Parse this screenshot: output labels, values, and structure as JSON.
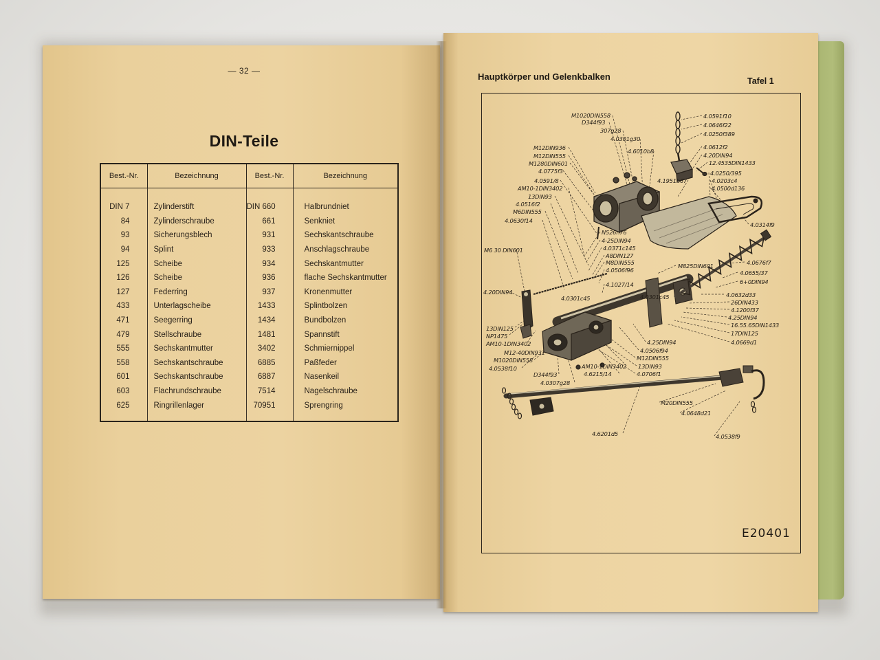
{
  "left_page": {
    "page_number": "— 32 —",
    "title": "DIN-Teile",
    "table": {
      "headers": [
        "Best.-Nr.",
        "Bezeichnung",
        "Best.-Nr.",
        "Bezeichnung"
      ],
      "rows": [
        [
          "DIN  7",
          "Zylinderstift",
          "DIN 660",
          "Halbrundniet"
        ],
        [
          "84",
          "Zylinderschraube",
          "661",
          "Senkniet"
        ],
        [
          "93",
          "Sicherungsblech",
          "931",
          "Sechskantschraube"
        ],
        [
          "94",
          "Splint",
          "933",
          "Anschlagschraube"
        ],
        [
          "125",
          "Scheibe",
          "934",
          "Sechskantmutter"
        ],
        [
          "126",
          "Scheibe",
          "936",
          "flache Sechskantmutter"
        ],
        [
          "127",
          "Federring",
          "937",
          "Kronenmutter"
        ],
        [
          "433",
          "Unterlagscheibe",
          "1433",
          "Splintbolzen"
        ],
        [
          "471",
          "Seegerring",
          "1434",
          "Bundbolzen"
        ],
        [
          "479",
          "Stellschraube",
          "1481",
          "Spannstift"
        ],
        [
          "555",
          "Sechskantmutter",
          "3402",
          "Schmiernippel"
        ],
        [
          "558",
          "Sechskantschraube",
          "6885",
          "Paßfeder"
        ],
        [
          "601",
          "Sechskantschraube",
          "6887",
          "Nasenkeil"
        ],
        [
          "603",
          "Flachrundschraube",
          "7514",
          "Nagelschraube"
        ],
        [
          "625",
          "Ringrillenlager",
          "70951",
          "Sprengring"
        ]
      ]
    }
  },
  "right_page": {
    "header_title": "Hauptkörper und Gelenkbalken",
    "plate": "Tafel 1",
    "drawing_number": "E20401",
    "diagram_labels": [
      "M1020DIN558",
      "D344f93",
      "307g28",
      "4.0301g30",
      "4.6010b8",
      "M12DIN936",
      "M12DIN555",
      "M1280DIN601",
      "4.0775f3",
      "4.0591/8",
      "AM10-1DIN3402",
      "13DIN93",
      "4.0516f2",
      "M6DIN555",
      "4.0630f14",
      "4.0591f10",
      "4.0646f22",
      "4.0250f389",
      "4.0612f2",
      "4.20DIN94",
      "12.4535DIN1433",
      "4.0250/395",
      "4.0203c4",
      "4.0500d136",
      "4.1951b67",
      "4.0314f9",
      "N526n76",
      "4-25DIN94",
      "4.0371c145",
      "A8DIN127",
      "M8DIN555",
      "4.0506f96",
      "M6 30 DIN601",
      "M825DIN601",
      "4.0676f7",
      "4.0655/37",
      "6+0DIN94",
      "4.20DIN94",
      "4.1027/14",
      "4.0301c45",
      "4.0301c45",
      "4.0632d33",
      "26DIN433",
      "4.1200f37",
      "4.25DIN94",
      "16.55.65DIN1433",
      "17DIN125",
      "4.0669d1",
      "13DIN125",
      "NP1475",
      "AM10-1DIN3402",
      "4.25DIN94",
      "4.0506f94",
      "M12DIN555",
      "13DIN93",
      "4.0706f1",
      "M12-40DIN931",
      "M1020DIN558",
      "4.0538f10",
      "D344f93",
      "4.0307g28",
      "AM10-1DIN3402",
      "4.6215/14",
      "M20DIN555",
      "4.0648d21",
      "4.0538f9",
      "4.6201d5"
    ]
  }
}
